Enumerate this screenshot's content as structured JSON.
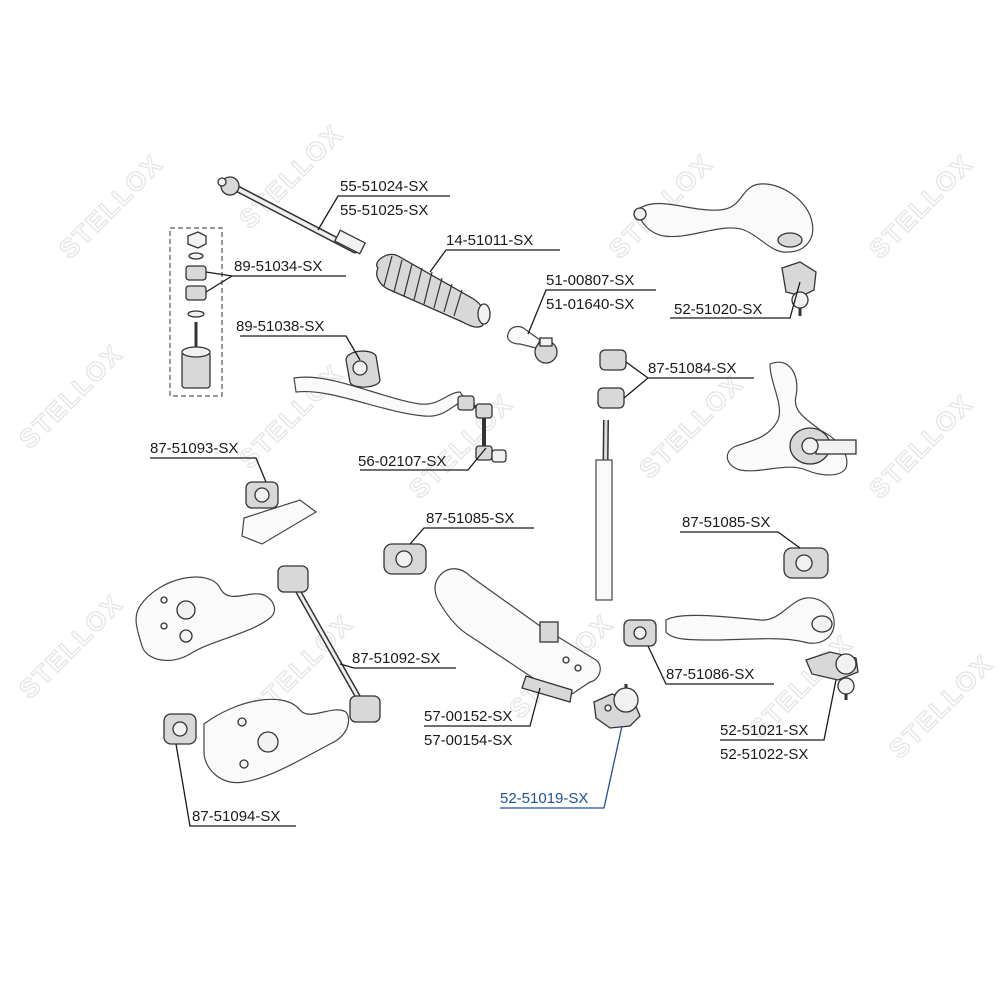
{
  "watermark": {
    "text": "STELLOX"
  },
  "labels": {
    "l_55_51024": "55-51024-SX",
    "l_55_51025": "55-51025-SX",
    "l_14_51011": "14-51011-SX",
    "l_89_51034": "89-51034-SX",
    "l_51_00807": "51-00807-SX",
    "l_51_01640": "51-01640-SX",
    "l_52_51020": "52-51020-SX",
    "l_89_51038": "89-51038-SX",
    "l_87_51084": "87-51084-SX",
    "l_87_51093": "87-51093-SX",
    "l_56_02107": "56-02107-SX",
    "l_87_51085a": "87-51085-SX",
    "l_87_51085b": "87-51085-SX",
    "l_87_51092": "87-51092-SX",
    "l_87_51086": "87-51086-SX",
    "l_57_00152": "57-00152-SX",
    "l_57_00154": "57-00154-SX",
    "l_52_51021": "52-51021-SX",
    "l_52_51022": "52-51022-SX",
    "l_52_51019": "52-51019-SX",
    "l_87_51094": "87-51094-SX"
  },
  "colors": {
    "highlight": "#1f4f9a",
    "line": "#1a1a1a"
  }
}
